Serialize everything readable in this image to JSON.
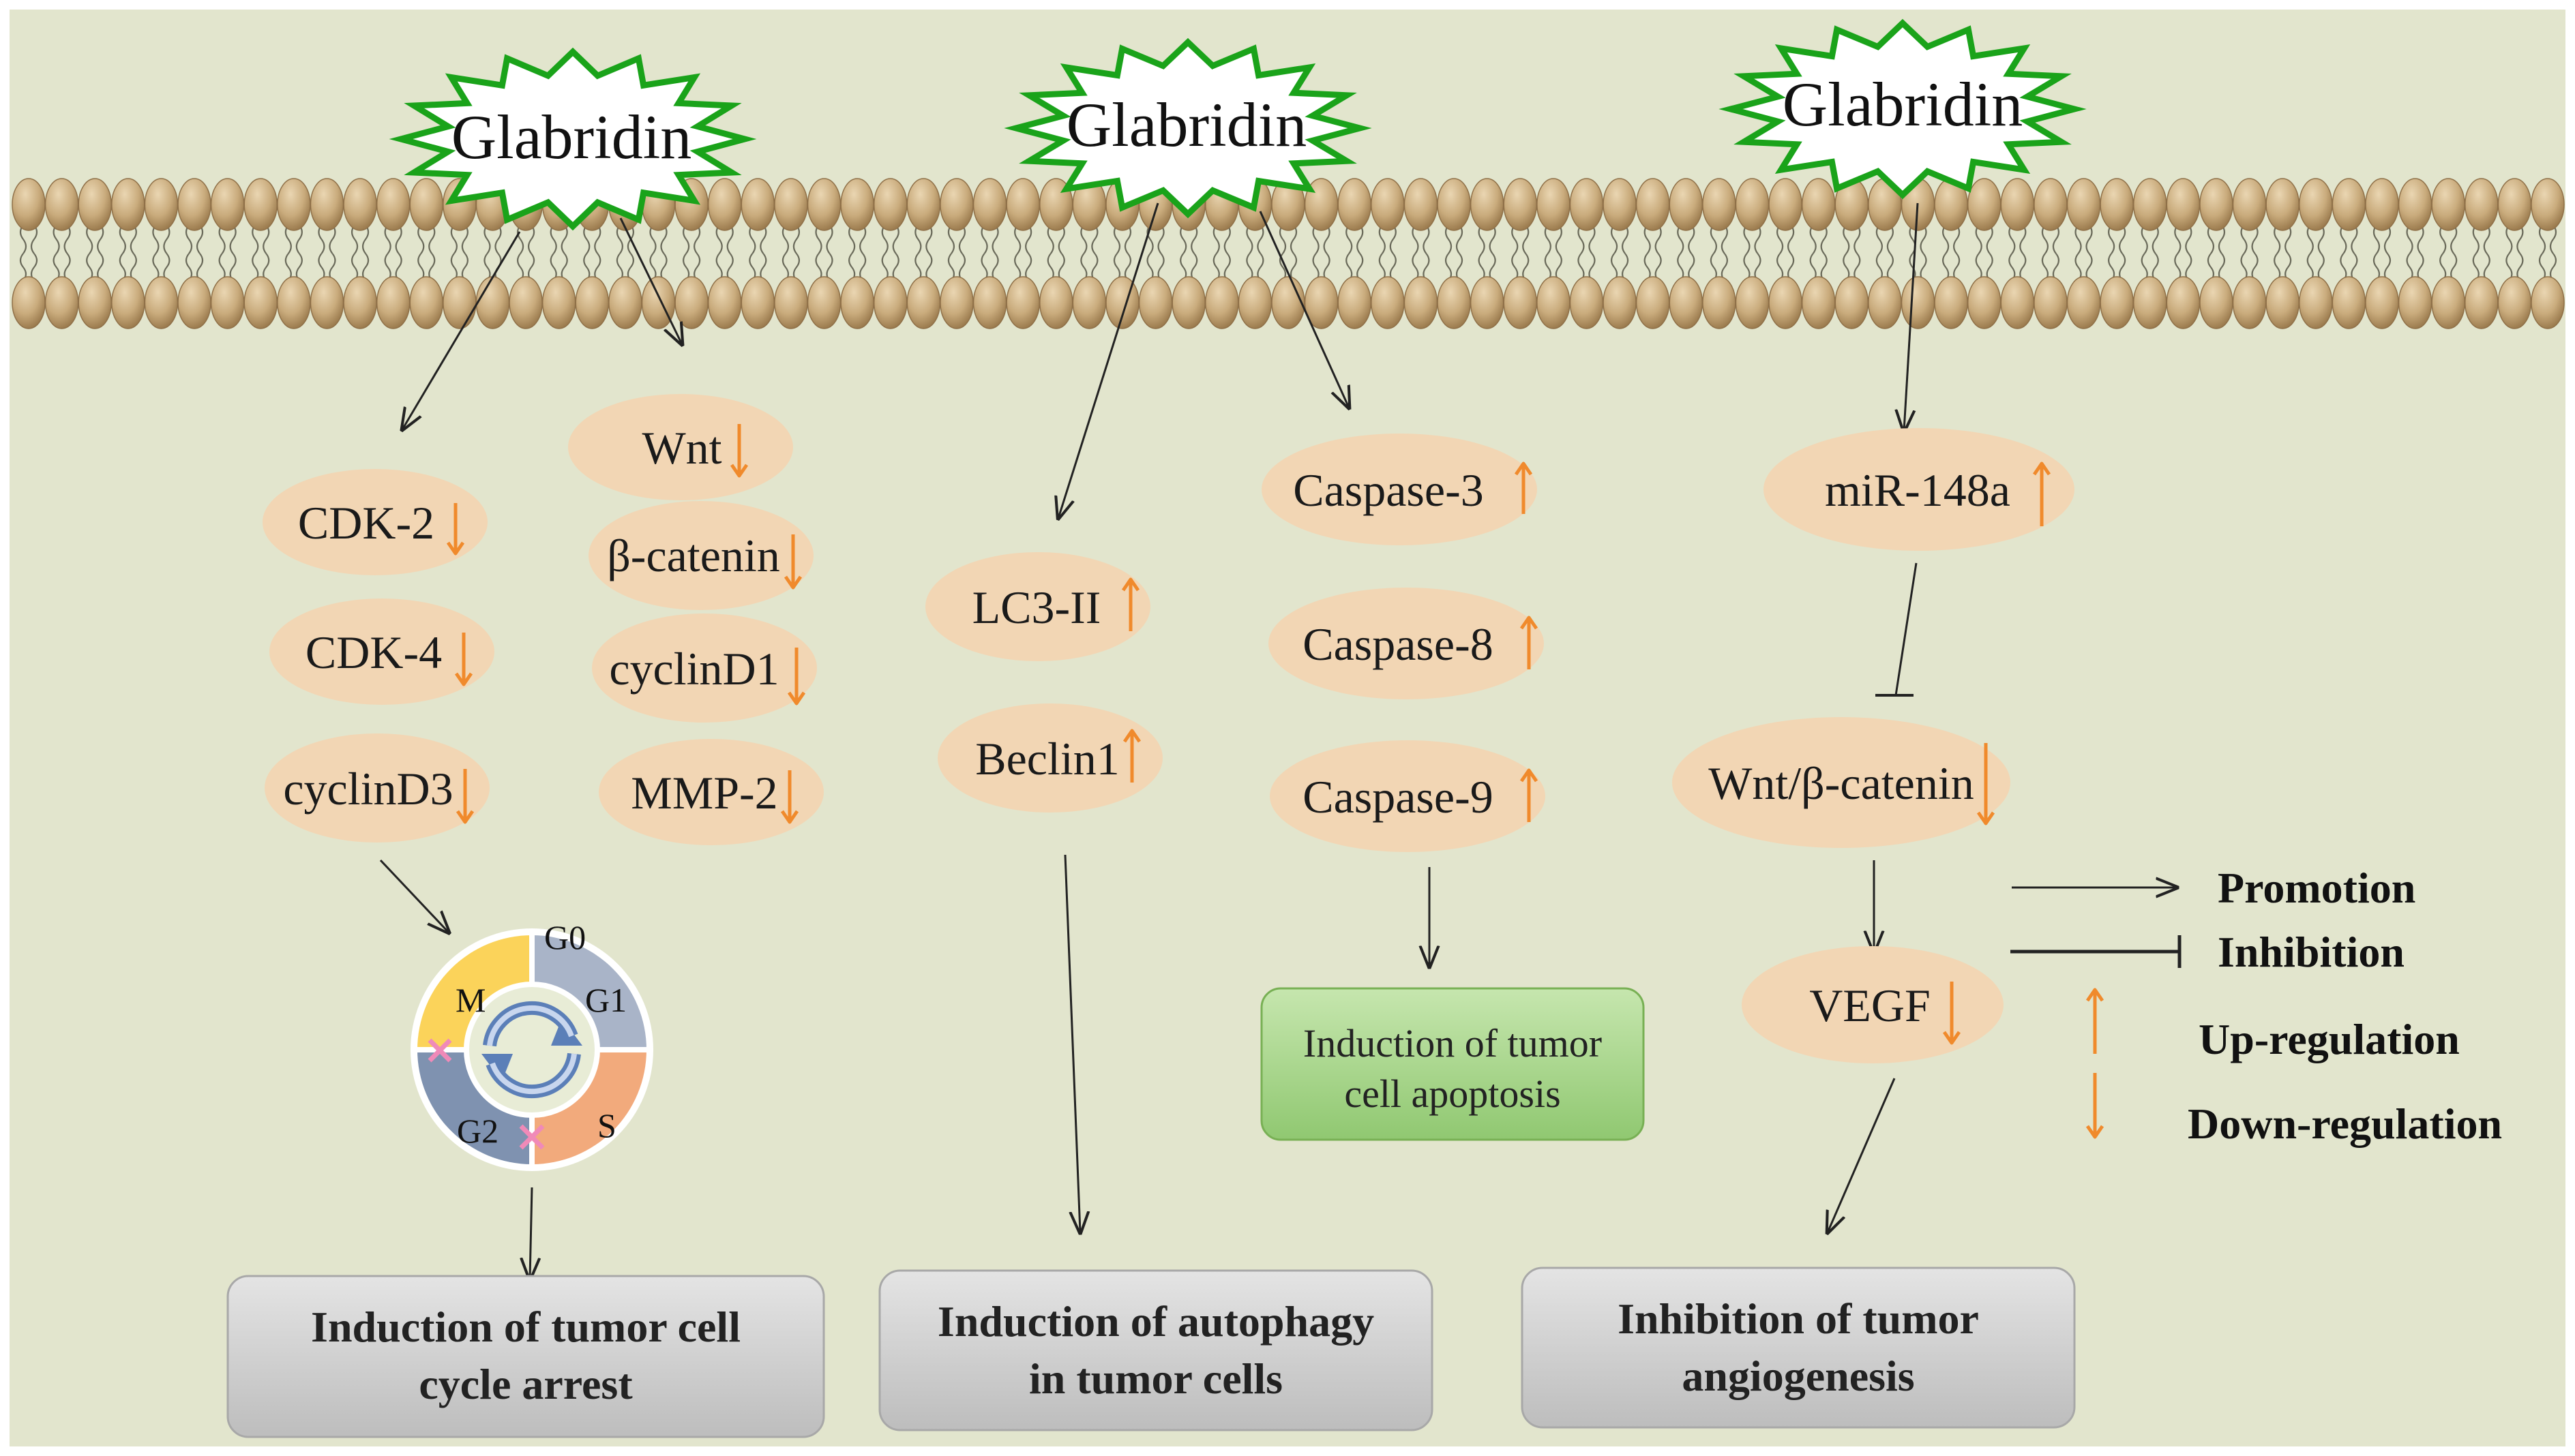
{
  "drug": "Glabridin",
  "colors": {
    "background": "#e2e5cd",
    "membrane_head": "#c7ab7f",
    "molecule_fill": "#f2d6b4",
    "star_stroke": "#1aa31a",
    "up_arrow": "#f08a2c",
    "down_arrow": "#f08a2c",
    "outcome_box": "#d1d1d1",
    "apoptosis_box": "#a9d88f"
  },
  "panel1": {
    "left_list": [
      {
        "name": "CDK-2",
        "change": "down"
      },
      {
        "name": "CDK-4",
        "change": "down"
      },
      {
        "name": "cyclinD3",
        "change": "down"
      }
    ],
    "right_list": [
      {
        "name": "Wnt",
        "change": "down"
      },
      {
        "name": "β-catenin",
        "change": "down"
      },
      {
        "name": "cyclinD1",
        "change": "down"
      },
      {
        "name": "MMP-2",
        "change": "down"
      }
    ],
    "cycle_phases": [
      "G0",
      "G1",
      "S",
      "G2",
      "M"
    ],
    "outcome": [
      "Induction of tumor cell",
      "cycle arrest"
    ]
  },
  "panel2": {
    "left_list": [
      {
        "name": "LC3-II",
        "change": "up"
      },
      {
        "name": "Beclin1",
        "change": "up"
      }
    ],
    "right_list": [
      {
        "name": "Caspase-3",
        "change": "up"
      },
      {
        "name": "Caspase-8",
        "change": "up"
      },
      {
        "name": "Caspase-9",
        "change": "up"
      }
    ],
    "apoptosis": [
      "Induction of tumor",
      "cell apoptosis"
    ],
    "outcome": [
      "Induction of autophagy",
      "in tumor cells"
    ]
  },
  "panel3": {
    "list": [
      {
        "name": "miR-148a",
        "change": "up"
      },
      {
        "name": "Wnt/β-catenin",
        "change": "down"
      },
      {
        "name": "VEGF",
        "change": "down"
      }
    ],
    "outcome": [
      "Inhibition of tumor",
      "angiogenesis"
    ]
  },
  "legend": {
    "promotion": "Promotion",
    "inhibition": "Inhibition",
    "up": "Up-regulation",
    "down": "Down-regulation"
  }
}
